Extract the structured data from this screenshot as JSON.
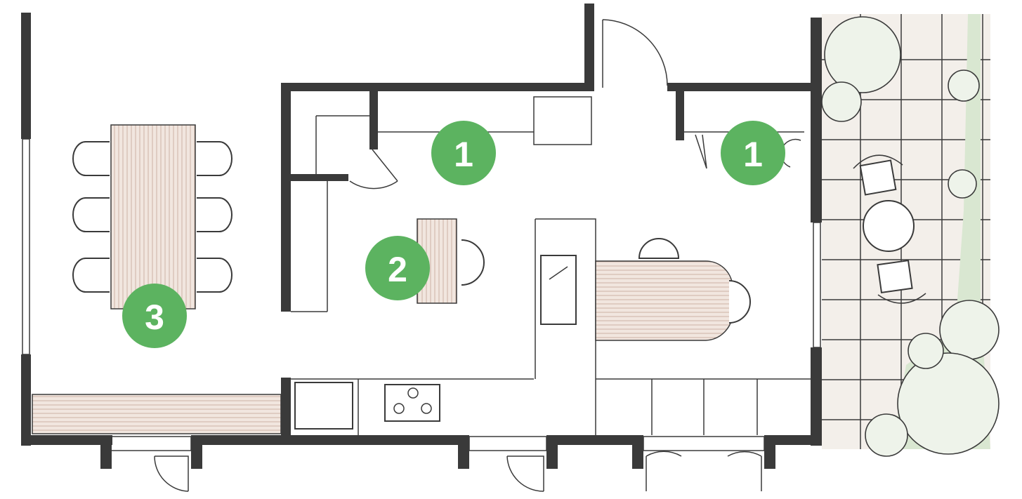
{
  "markers": [
    {
      "id": "kitchen-a",
      "label": "1"
    },
    {
      "id": "kitchen-b",
      "label": "1"
    },
    {
      "id": "breakfast",
      "label": "2"
    },
    {
      "id": "dining",
      "label": "3"
    }
  ],
  "colors": {
    "marker": "#5cb360",
    "wall": "#3a3a3a",
    "wood": "#e8d8cf",
    "patio": "#f3efea",
    "greenery": "#d9e7d1"
  }
}
